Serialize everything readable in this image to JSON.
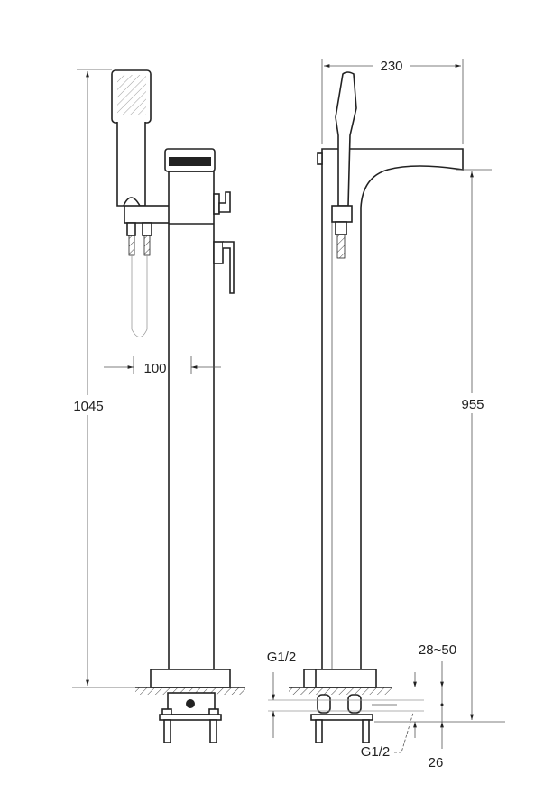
{
  "title": "Freestanding bath mixer technical drawing",
  "dimensions": {
    "total_height": "1045",
    "hose_offset": "100",
    "spout_reach": "230",
    "spout_height": "955",
    "thread_left": "G1/2",
    "thread_bottom": "G1/2",
    "floor_adjust": "28~50",
    "base_depth": "26"
  },
  "colors": {
    "line": "#222222",
    "dim": "#555555",
    "background": "#ffffff"
  }
}
